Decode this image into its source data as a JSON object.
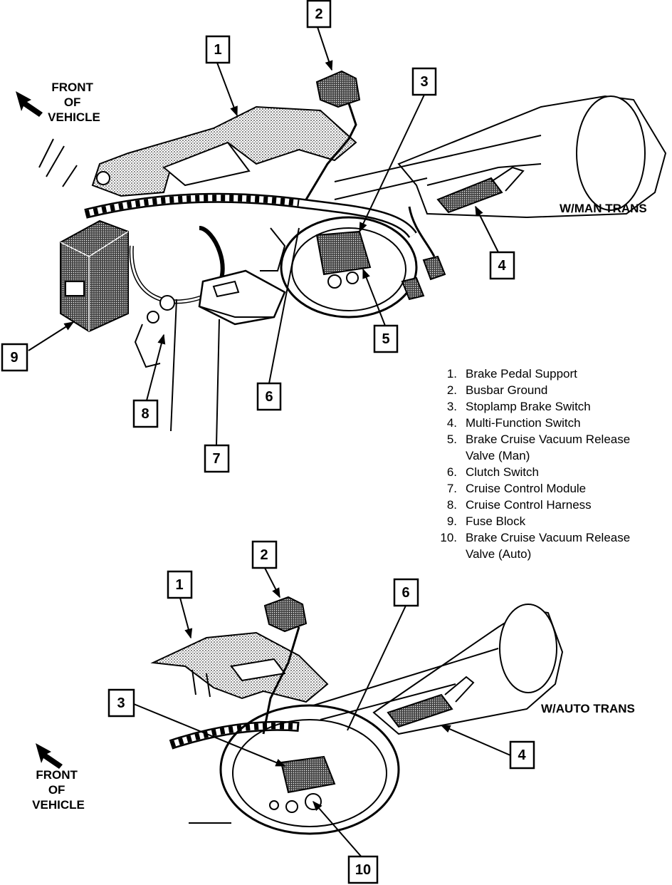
{
  "header_manual": "W/MAN TRANS",
  "header_auto": "W/AUTO TRANS",
  "front_of_vehicle": [
    "FRONT",
    "OF",
    "VEHICLE"
  ],
  "callouts_manual": [
    "1",
    "2",
    "3",
    "4",
    "5",
    "6",
    "7",
    "8",
    "9"
  ],
  "callouts_auto": [
    "1",
    "2",
    "3",
    "4",
    "6",
    "10"
  ],
  "legend": [
    {
      "num": "1.",
      "lines": [
        "Brake Pedal Support"
      ]
    },
    {
      "num": "2.",
      "lines": [
        "Busbar Ground"
      ]
    },
    {
      "num": "3.",
      "lines": [
        "Stoplamp Brake Switch"
      ]
    },
    {
      "num": "4.",
      "lines": [
        "Multi-Function Switch"
      ]
    },
    {
      "num": "5.",
      "lines": [
        "Brake Cruise Vacuum Release",
        "Valve (Man)"
      ]
    },
    {
      "num": "6.",
      "lines": [
        "Clutch Switch"
      ]
    },
    {
      "num": "7.",
      "lines": [
        "Cruise Control Module"
      ]
    },
    {
      "num": "8.",
      "lines": [
        "Cruise Control Harness"
      ]
    },
    {
      "num": "9.",
      "lines": [
        "Fuse Block"
      ]
    },
    {
      "num": "10.",
      "lines": [
        "Brake Cruise Vacuum Release",
        "Valve (Auto)"
      ]
    }
  ]
}
